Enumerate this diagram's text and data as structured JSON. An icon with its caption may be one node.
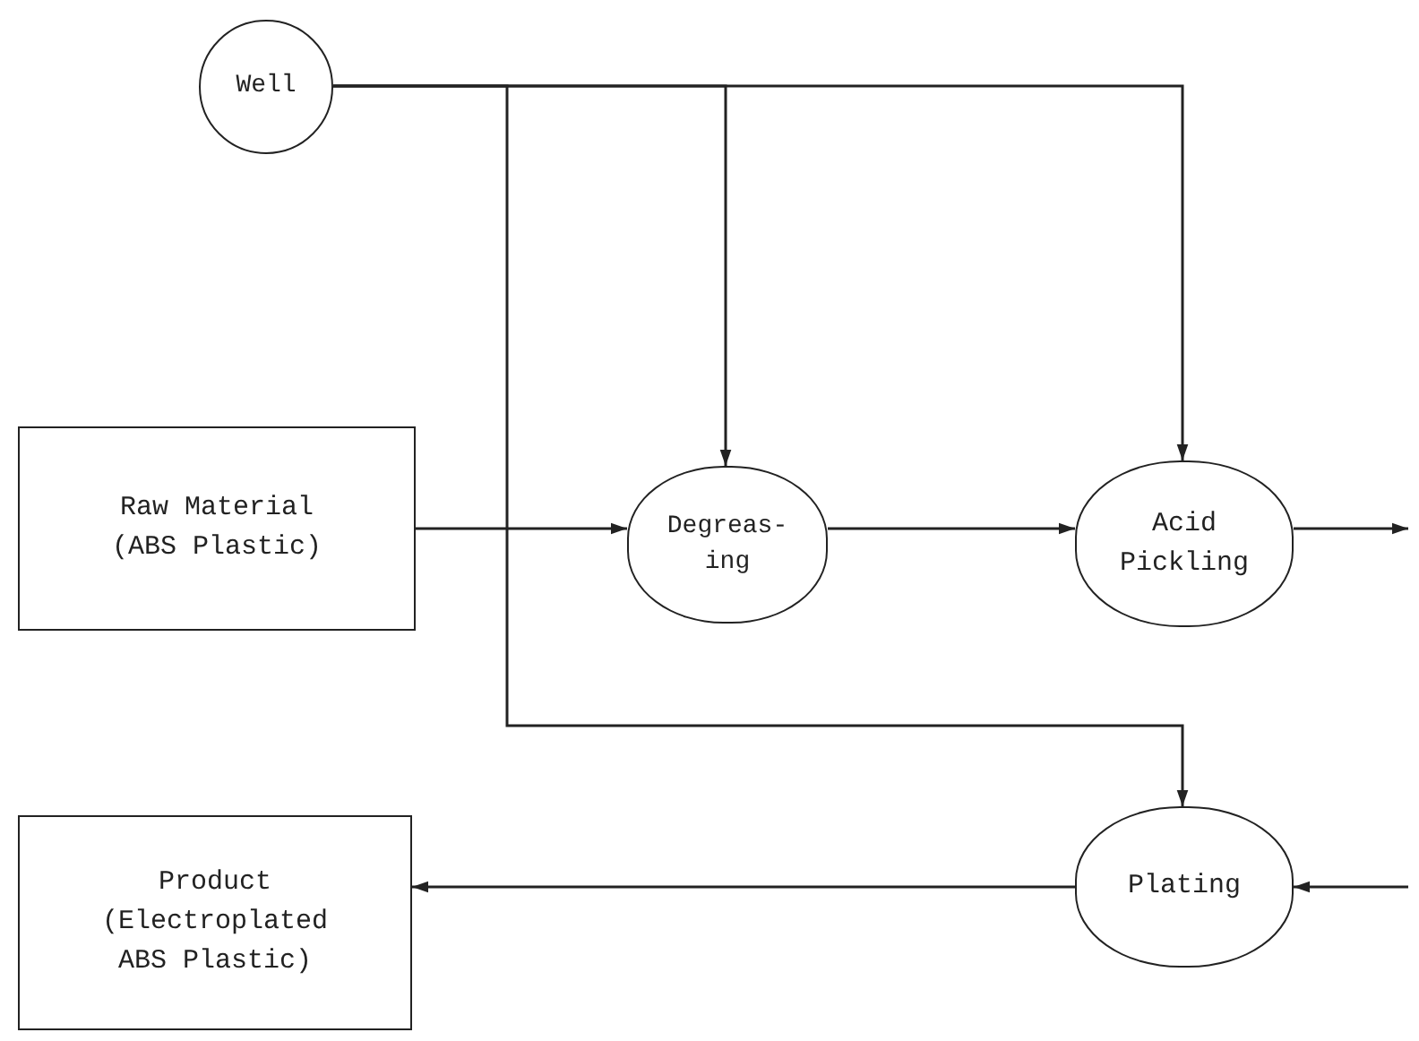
{
  "diagram": {
    "nodes": [
      {
        "text": [
          "Well"
        ]
      },
      {
        "text": [
          "Raw Material (ABS Plastic)"
        ]
      },
      {
        "text": [
          "Degreas- ing"
        ]
      },
      {
        "text": [
          "Acid Pickling"
        ]
      },
      {
        "text": [
          "Product (Electroplated ABS Plastic)"
        ]
      },
      {
        "text": [
          "Plating"
        ]
      }
    ],
    "edges": [
      {
        "from": 0,
        "to": 2,
        "arrow": "to"
      },
      {
        "from": 0,
        "to": 3,
        "arrow": "to"
      },
      {
        "from": 0,
        "to": 5,
        "arrow": "to"
      },
      {
        "from": 1,
        "to": 2,
        "arrow": "to"
      },
      {
        "from": 2,
        "to": 3,
        "arrow": "to"
      },
      {
        "from": 3,
        "to": null,
        "arrow": "to"
      },
      {
        "from": null,
        "to": 5,
        "arrow": "to"
      },
      {
        "from": 5,
        "to": 4,
        "arrow": "to"
      }
    ]
  }
}
